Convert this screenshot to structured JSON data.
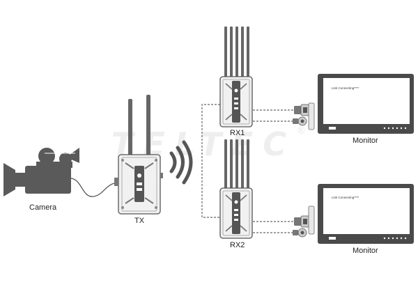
{
  "watermark": {
    "text": "TELTEC",
    "mark": "®"
  },
  "devices": {
    "camera": {
      "label": "Camera",
      "icon": "video-camera-icon"
    },
    "tx": {
      "label": "TX",
      "icon": "transmitter-icon"
    },
    "rx1": {
      "label": "RX1",
      "icon": "receiver-icon"
    },
    "rx2": {
      "label": "RX2",
      "icon": "receiver-icon"
    },
    "monitor1": {
      "label": "Monitor",
      "screen_text": "Link Connecting****",
      "icon": "monitor-icon"
    },
    "monitor2": {
      "label": "Monitor",
      "screen_text": "Link Connecting****",
      "icon": "monitor-icon"
    }
  },
  "links": {
    "wireless": {
      "icon": "wireless-signal-icon"
    },
    "cable": {
      "icon": "cable-icon"
    },
    "hdmi": {
      "icon": "hdmi-connector-icon"
    },
    "sdi": {
      "icon": "sdi-connector-icon"
    }
  },
  "colors": {
    "device_gray": "#555555",
    "line": "#555555",
    "screen_frame": "#4a4a4a"
  }
}
